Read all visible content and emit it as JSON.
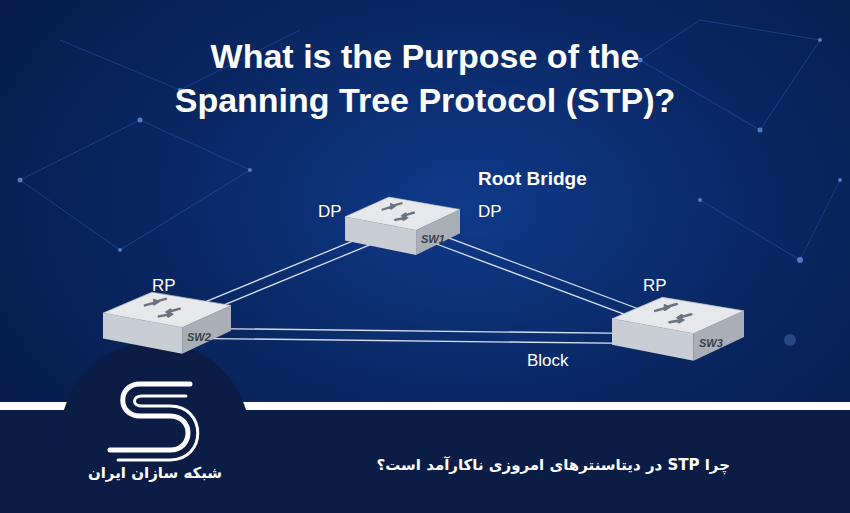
{
  "diagram": {
    "title": "What is the Purpose of the Spanning Tree Protocol (STP)?",
    "caption": "چرا STP در دیتاسنترهای امروزی ناکارآمد است؟",
    "nodes": [
      {
        "text": [
          "SW1"
        ]
      },
      {
        "text": [
          "SW2"
        ]
      },
      {
        "text": [
          "SW3"
        ]
      },
      {
        "text": [
          "شبکه سازان ایران"
        ]
      }
    ],
    "edges": [
      {
        "from": 0,
        "to": 1,
        "arrow": "none"
      },
      {
        "from": 0,
        "to": 2,
        "arrow": "none"
      },
      {
        "from": 1,
        "to": 2,
        "label": "Block",
        "arrow": "none"
      }
    ],
    "labels": [
      "Root Bridge",
      "DP",
      "DP",
      "RP",
      "RP"
    ]
  }
}
